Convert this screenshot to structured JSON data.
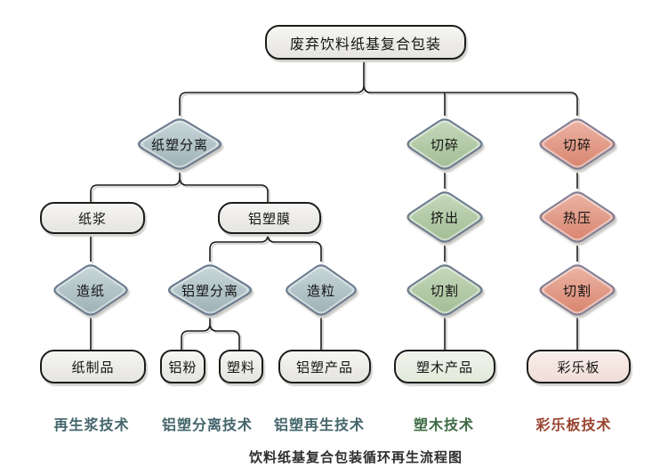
{
  "nodes": {
    "root": "废弃饮料纸基复合包装",
    "paper_plastic_separation": "纸塑分离",
    "pulp": "纸浆",
    "aluminum_plastic_film": "铝塑膜",
    "papermaking": "造纸",
    "aluminum_plastic_separation": "铝塑分离",
    "granulation": "造粒",
    "paper_products": "纸制品",
    "aluminum_powder": "铝粉",
    "plastic": "塑料",
    "aluminum_plastic_products": "铝塑产品",
    "shred_green": "切碎",
    "extrusion": "挤出",
    "cutting_green": "切割",
    "wood_plastic_products": "塑木产品",
    "shred_red": "切碎",
    "hot_pressing": "热压",
    "cutting_red": "切割",
    "color_board": "彩乐板"
  },
  "tech_labels": [
    {
      "label": "再生浆技术",
      "color": "#44656b"
    },
    {
      "label": "铝塑分离技术",
      "color": "#44656b"
    },
    {
      "label": "铝塑再生技术",
      "color": "#44656b"
    },
    {
      "label": "塑木技术",
      "color": "#3e6b46"
    },
    {
      "label": "彩乐板技术",
      "color": "#9a4431"
    }
  ],
  "caption": "饮料纸基复合包装循环再生流程图",
  "colors": {
    "diamond_blue_top": "#c9d7d9",
    "diamond_blue_bottom": "#9cb1b6",
    "diamond_green_top": "#c6d8bb",
    "diamond_green_bottom": "#a2bd95",
    "diamond_red_top": "#ecb4a5",
    "diamond_red_bottom": "#d8846e",
    "diamond_border_slate": "#6b7a8e",
    "diamond_border_red": "#837d94",
    "box_border": "#1b1b1b",
    "connector": "#1c1c1c"
  }
}
